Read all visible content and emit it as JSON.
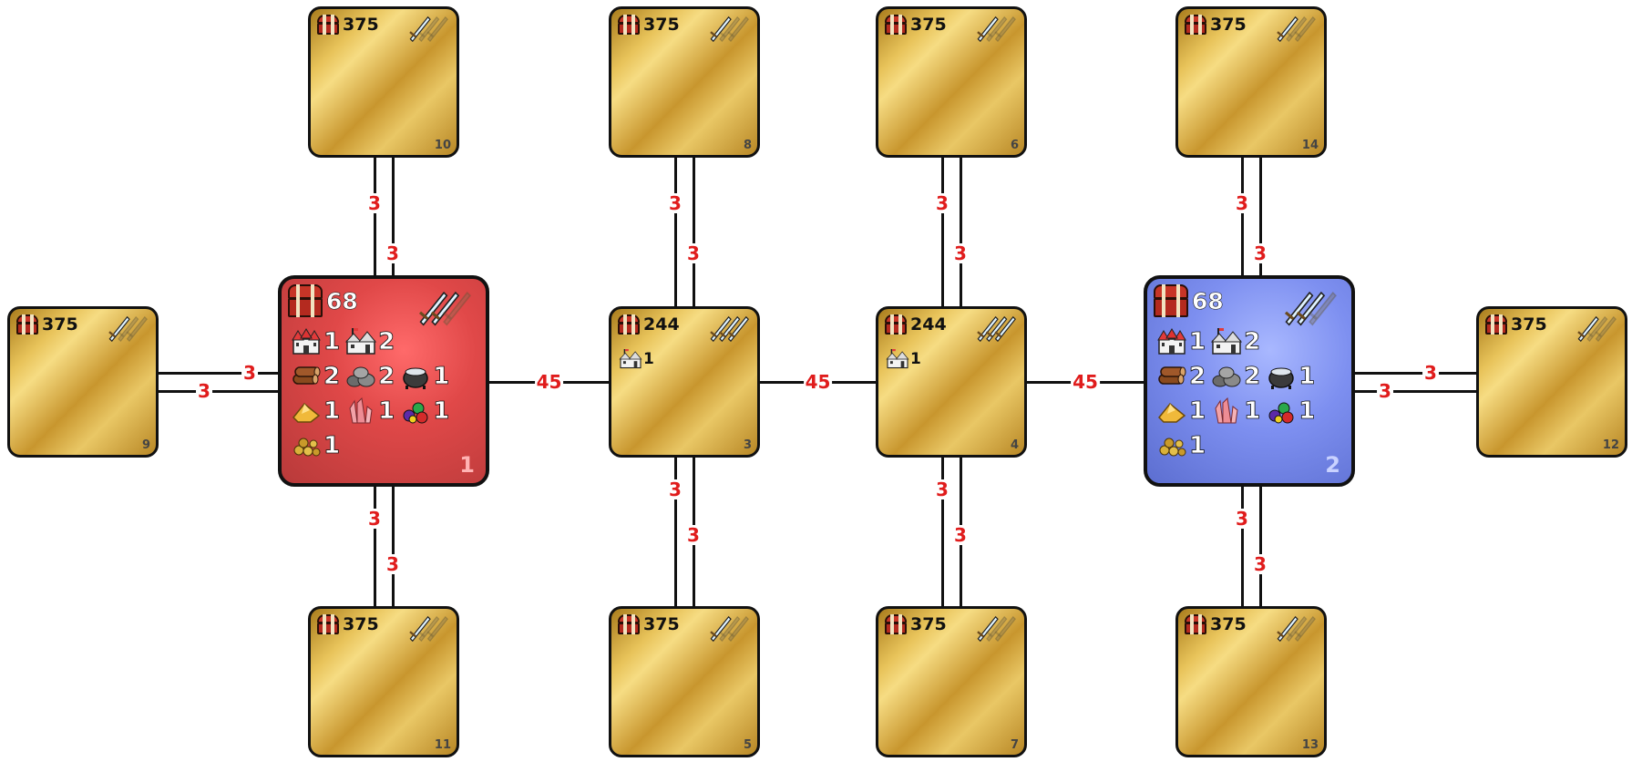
{
  "colors": {
    "red_player": "#d94545",
    "blue_player": "#7385e8",
    "neutral": "#d8a93c",
    "cost_label": "#e01c1c"
  },
  "icons": {
    "treasure": "treasure-chest-icon",
    "guard": "crossed-swords-icon",
    "castle": "castle-icon",
    "town": "town-icon",
    "wood": "wood-log-icon",
    "ore": "ore-pile-icon",
    "mercury": "mercury-cauldron-icon",
    "sulfur": "sulfur-icon",
    "crystal": "crystal-icon",
    "gems": "gems-icon",
    "gold": "gold-nuggets-icon"
  },
  "zones": [
    {
      "id": "1",
      "type": "player-red",
      "treasure": "68",
      "guard_level": 2,
      "resources": {
        "castle": "1",
        "town": "2",
        "wood": "2",
        "ore": "2",
        "mercury": "1",
        "sulfur": "1",
        "crystal": "1",
        "gems": "1",
        "gold": "1"
      }
    },
    {
      "id": "2",
      "type": "player-blue",
      "treasure": "68",
      "guard_level": 2,
      "resources": {
        "castle": "1",
        "town": "2",
        "wood": "2",
        "ore": "2",
        "mercury": "1",
        "sulfur": "1",
        "crystal": "1",
        "gems": "1",
        "gold": "1"
      }
    },
    {
      "id": "3",
      "type": "neutral",
      "treasure": "244",
      "guard_level": 3,
      "town": "1"
    },
    {
      "id": "4",
      "type": "neutral",
      "treasure": "244",
      "guard_level": 3,
      "town": "1"
    },
    {
      "id": "5",
      "type": "neutral",
      "treasure": "375",
      "guard_level": 1
    },
    {
      "id": "6",
      "type": "neutral",
      "treasure": "375",
      "guard_level": 1
    },
    {
      "id": "7",
      "type": "neutral",
      "treasure": "375",
      "guard_level": 1
    },
    {
      "id": "8",
      "type": "neutral",
      "treasure": "375",
      "guard_level": 1
    },
    {
      "id": "9",
      "type": "neutral",
      "treasure": "375",
      "guard_level": 1
    },
    {
      "id": "10",
      "type": "neutral",
      "treasure": "375",
      "guard_level": 1
    },
    {
      "id": "11",
      "type": "neutral",
      "treasure": "375",
      "guard_level": 1
    },
    {
      "id": "12",
      "type": "neutral",
      "treasure": "375",
      "guard_level": 1
    },
    {
      "id": "13",
      "type": "neutral",
      "treasure": "375",
      "guard_level": 1
    },
    {
      "id": "14",
      "type": "neutral",
      "treasure": "375",
      "guard_level": 1
    }
  ],
  "connections": [
    {
      "from": "1",
      "to": "3",
      "cost": "45"
    },
    {
      "from": "3",
      "to": "4",
      "cost": "45"
    },
    {
      "from": "4",
      "to": "2",
      "cost": "45"
    },
    {
      "from": "1",
      "to": "9",
      "costs": [
        "3",
        "3"
      ]
    },
    {
      "from": "1",
      "to": "10",
      "costs": [
        "3",
        "3"
      ]
    },
    {
      "from": "1",
      "to": "11",
      "costs": [
        "3",
        "3"
      ]
    },
    {
      "from": "3",
      "to": "8",
      "costs": [
        "3",
        "3"
      ]
    },
    {
      "from": "3",
      "to": "5",
      "costs": [
        "3",
        "3"
      ]
    },
    {
      "from": "4",
      "to": "6",
      "costs": [
        "3",
        "3"
      ]
    },
    {
      "from": "4",
      "to": "7",
      "costs": [
        "3",
        "3"
      ]
    },
    {
      "from": "2",
      "to": "14",
      "costs": [
        "3",
        "3"
      ]
    },
    {
      "from": "2",
      "to": "13",
      "costs": [
        "3",
        "3"
      ]
    },
    {
      "from": "2",
      "to": "12",
      "costs": [
        "3",
        "3"
      ]
    }
  ]
}
